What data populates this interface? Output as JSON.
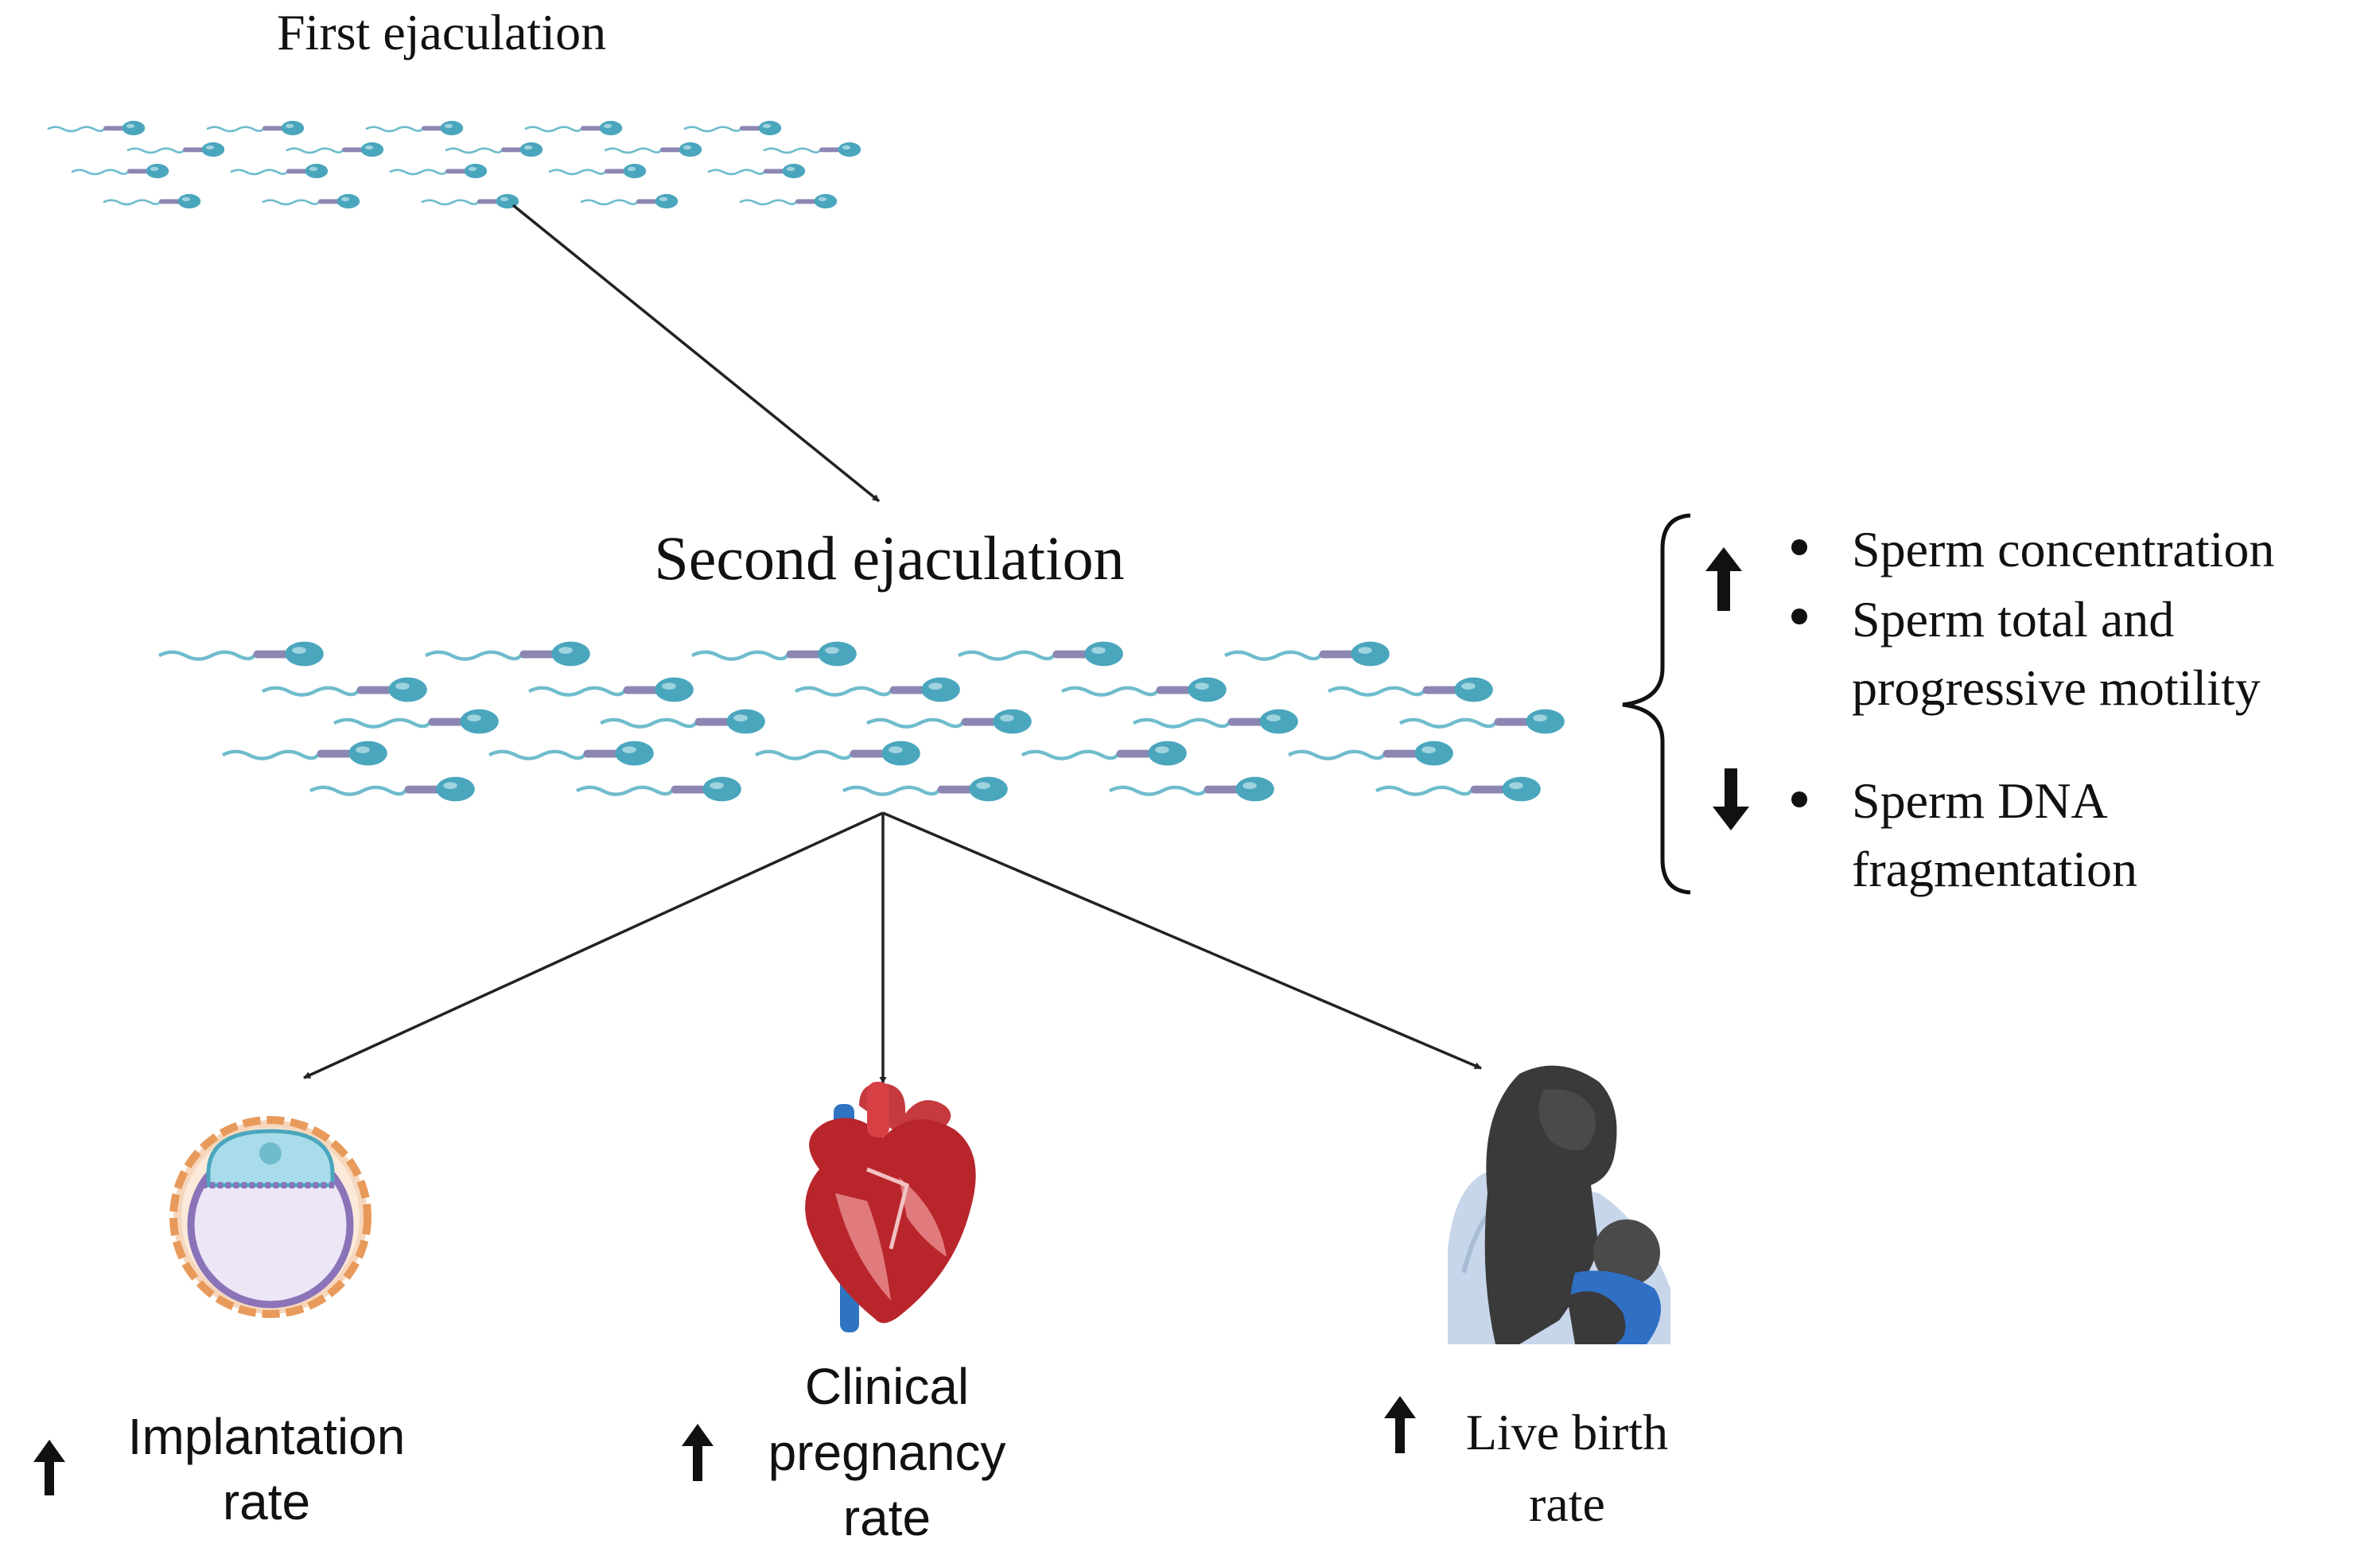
{
  "colors": {
    "sperm_head": "#4aa6bd",
    "sperm_midpiece": "#8c86b3",
    "sperm_tail": "#6fbccd",
    "arrow": "#222222",
    "heart_red": "#b8262b",
    "heart_blue": "#2f74c0",
    "embryo_orange": "#e89a5b",
    "embryo_purple": "#8a73b8",
    "mother_dark": "#3a3a3a",
    "blanket": "#c7d6ea",
    "baby_blue": "#2f6fc4"
  },
  "top": {
    "title": "First ejaculation"
  },
  "middle": {
    "title": "Second ejaculation"
  },
  "effects": {
    "increase": [
      {
        "line1": "Sperm concentration"
      },
      {
        "line1": "Sperm total and",
        "line2": "progressive motility"
      }
    ],
    "decrease": [
      {
        "line1": "Sperm DNA",
        "line2": "fragmentation"
      }
    ],
    "up_arrow_icon": "arrow-up-icon",
    "down_arrow_icon": "arrow-down-icon"
  },
  "outcomes": [
    {
      "icon": "embryo-icon",
      "line1": "Implantation",
      "line2": "rate"
    },
    {
      "icon": "heart-icon",
      "line1": "Clinical",
      "line2": "pregnancy",
      "line3": "rate"
    },
    {
      "icon": "mother-baby-icon",
      "line1": "Live birth",
      "line2": "rate"
    }
  ]
}
